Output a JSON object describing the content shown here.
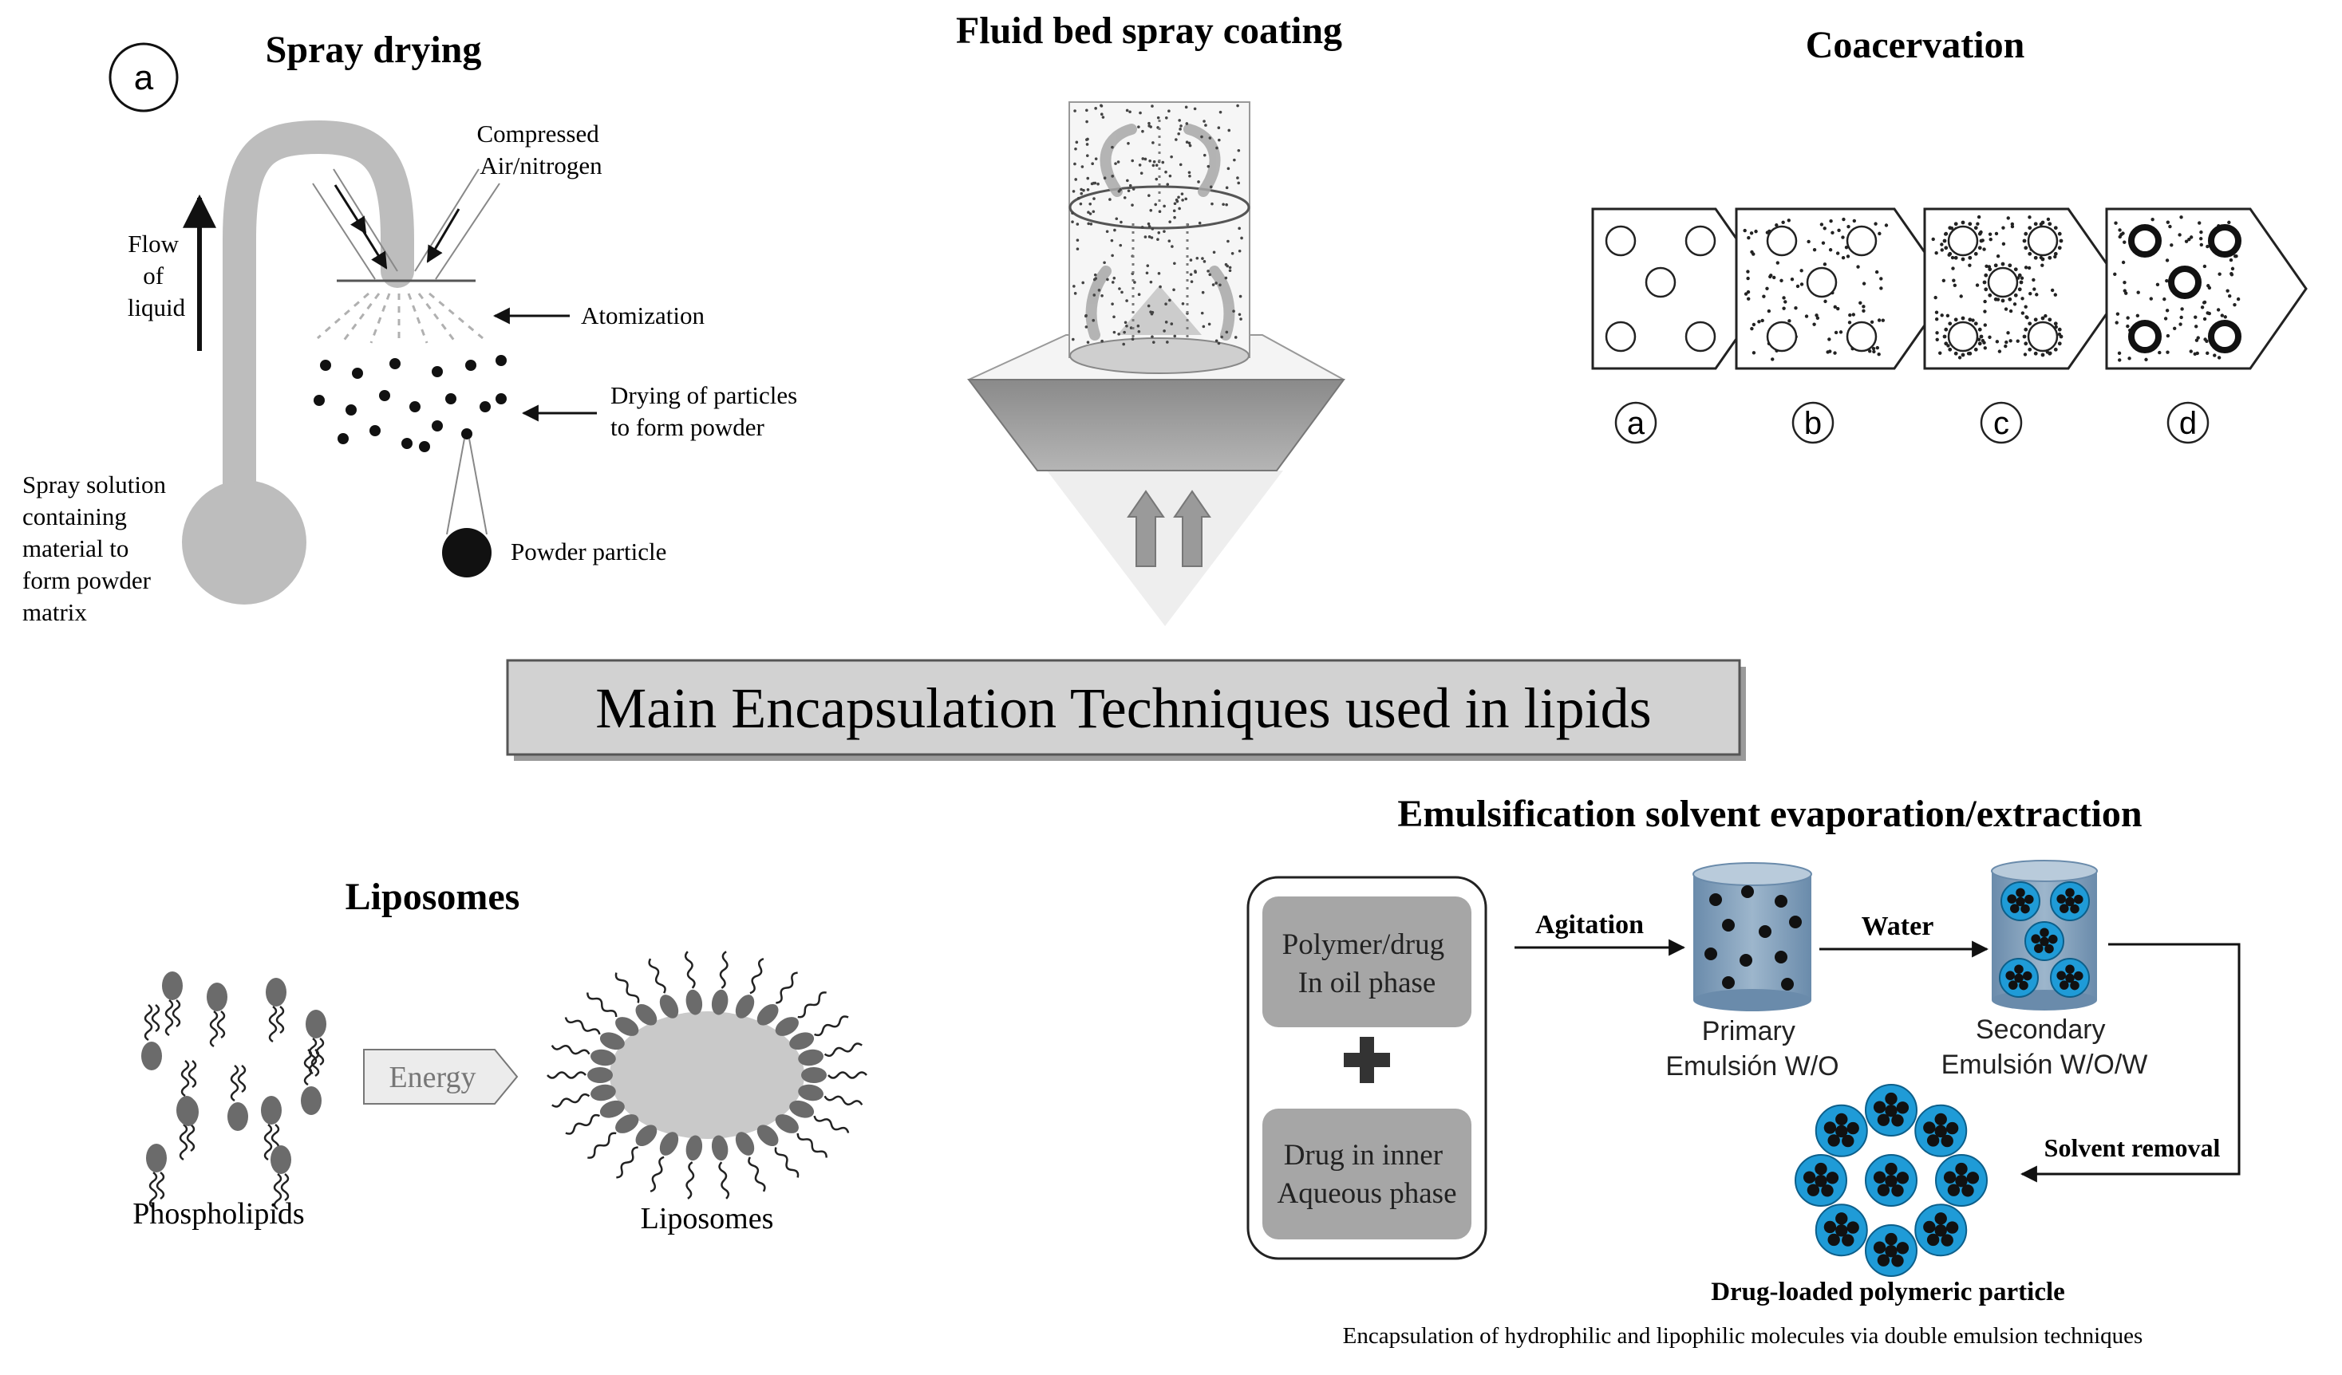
{
  "colors": {
    "lightgray": "#bdbdbd",
    "midgray": "#9a9a9a",
    "darkgray": "#7e7e7e",
    "box_fill": "#a6a6a6",
    "title_box_fill": "#d2d2d2",
    "cylinder_blue": "#7f9db9",
    "particle_blue": "#1f9bd7",
    "black": "#111111"
  },
  "title_box": {
    "text": "Main Encapsulation Techniques used in lipids"
  },
  "spray_drying": {
    "panel_label": "a",
    "title": "Spray drying",
    "flow_label": [
      "Flow",
      "of",
      "liquid"
    ],
    "compressed_label": [
      "Compressed",
      "Air/nitrogen"
    ],
    "atomization_label": "Atomization",
    "drying_label": [
      "Drying of particles",
      "to form powder"
    ],
    "powder_label": "Powder particle",
    "solution_label": [
      "Spray solution",
      "containing",
      "material to",
      "form powder",
      "matrix"
    ]
  },
  "fluid_bed": {
    "title": "Fluid bed spray coating",
    "icons": [
      "arrow-up-icon",
      "arrow-up-icon"
    ]
  },
  "coacervation": {
    "title": "Coacervation",
    "stages": [
      "a",
      "b",
      "c",
      "d"
    ]
  },
  "liposomes": {
    "title": "Liposomes",
    "energy_label": "Energy",
    "phospholipids_label": "Phospholipids",
    "liposomes_label": "Liposomes"
  },
  "emulsification": {
    "title": "Emulsification solvent evaporation/extraction",
    "box_top": [
      "Polymer/drug",
      "In oil phase"
    ],
    "box_bottom": [
      "Drug in inner",
      "Aqueous phase"
    ],
    "plus_icon": "plus-icon",
    "agitation_label": "Agitation",
    "water_label": "Water",
    "primary_label": [
      "Primary",
      "Emulsión W/O"
    ],
    "secondary_label": [
      "Secondary",
      "Emulsión W/O/W"
    ],
    "solvent_removal_label": "Solvent removal",
    "particle_label": "Drug-loaded polymeric particle",
    "caption": "Encapsulation of hydrophilic and lipophilic molecules via double emulsion techniques"
  }
}
